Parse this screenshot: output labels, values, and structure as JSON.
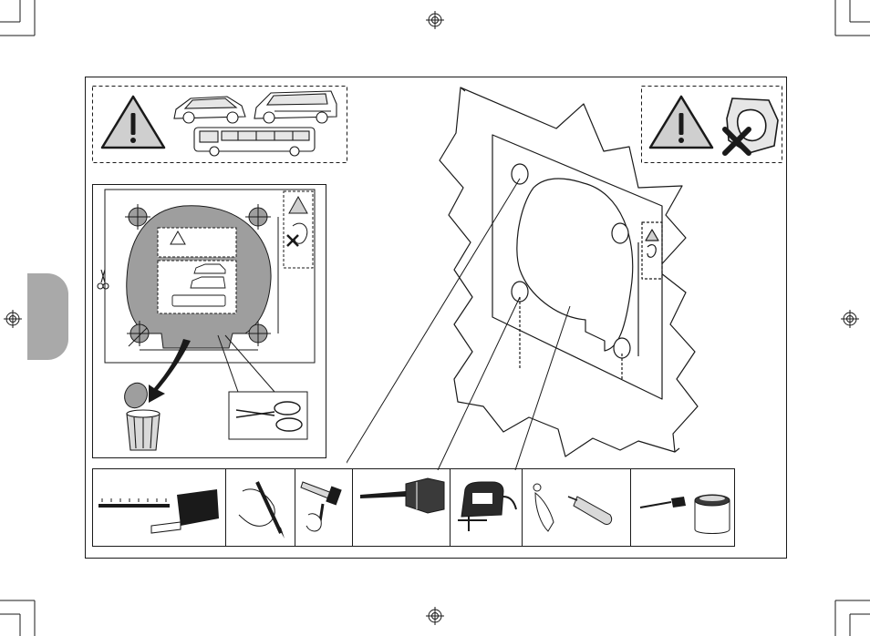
{
  "page": {
    "background": "#ffffff",
    "colors": {
      "line": "#1a1a1a",
      "template_grey": "#9e9e9e",
      "side_tab_grey": "#a9a9a9",
      "warning_fill": "#cfcfcf",
      "cross": "#1a1a1a"
    }
  },
  "print_marks": {
    "icon": "registration-mark-icon",
    "corners": [
      "crop-mark-top-left",
      "crop-mark-top-right",
      "crop-mark-bottom-left",
      "crop-mark-bottom-right"
    ]
  },
  "panels": {
    "vehicles_warning": {
      "icons": [
        "warning-triangle-icon",
        "hatchback-car-icon",
        "van-icon",
        "bus-icon"
      ]
    },
    "no_gasket_warning": {
      "icons": [
        "warning-triangle-icon",
        "gasket-icon",
        "cross-icon"
      ]
    },
    "template": {
      "icons": [
        "scissors-icon",
        "warning-triangle-icon",
        "gasket-icon",
        "car-icon",
        "van-icon",
        "bus-icon",
        "bin-icon",
        "cut-piece-icon",
        "arrow-icon"
      ]
    },
    "wall": {
      "icons": [
        "mounting-hole-icon"
      ]
    }
  },
  "tools": [
    {
      "name": "tape-measure",
      "icon": "tape-measure-icon"
    },
    {
      "name": "marking-pen",
      "icon": "pen-icon"
    },
    {
      "name": "centre-punch",
      "icon": "hammer-punch-icon"
    },
    {
      "name": "drill",
      "icon": "drill-icon"
    },
    {
      "name": "jigsaw",
      "icon": "jigsaw-icon"
    },
    {
      "name": "deburring-tool",
      "icon": "deburr-icon"
    },
    {
      "name": "sealant",
      "icon": "brush-can-icon"
    }
  ]
}
